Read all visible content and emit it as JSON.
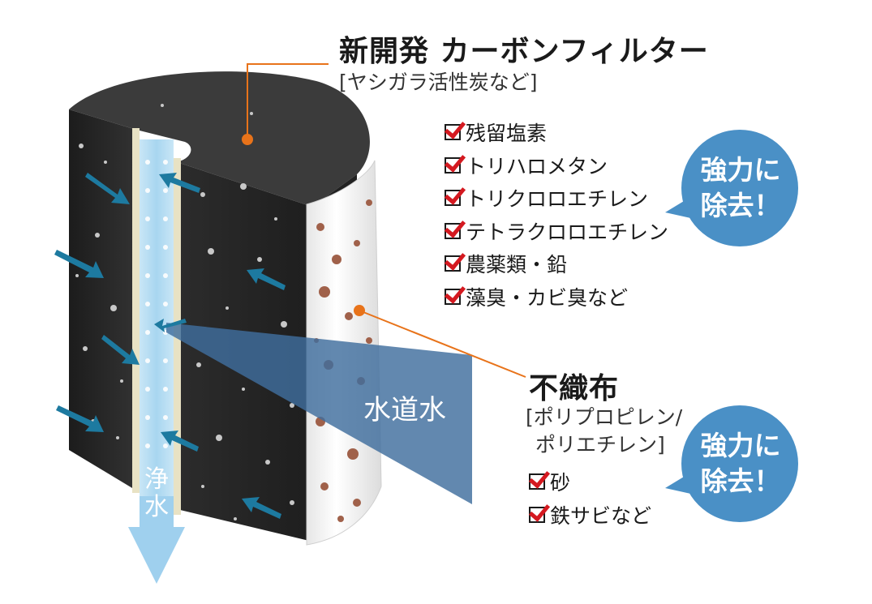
{
  "carbon": {
    "title": "新開発 カーボンフィルター",
    "subtitle": "[ヤシガラ活性炭など]",
    "removes": [
      "残留塩素",
      "トリハロメタン",
      "トリクロロエチレン",
      "テトラクロロエチレン",
      "農薬類・鉛",
      "藻臭・カビ臭など"
    ],
    "badge_line1": "強力に",
    "badge_line2": "除去！"
  },
  "nonwoven": {
    "title": "不織布",
    "subtitle_line1": "[ポリプロピレン/",
    "subtitle_line2": "ポリエチレン]",
    "removes": [
      "砂",
      "鉄サビなど"
    ],
    "badge_line1": "強力に",
    "badge_line2": "除去！"
  },
  "tap_water_label": "水道水",
  "clean_water_label": "浄水",
  "colors": {
    "carbon": "#2b2b2b",
    "carbon_top": "#3d3d3d",
    "leader": "#e8731a",
    "badge": "#4a90c6",
    "tap_water": "#3f6e9e",
    "clean_water": "#9fd0ee",
    "check": "#d41920",
    "flow_arrow": "#1d7aa0"
  }
}
